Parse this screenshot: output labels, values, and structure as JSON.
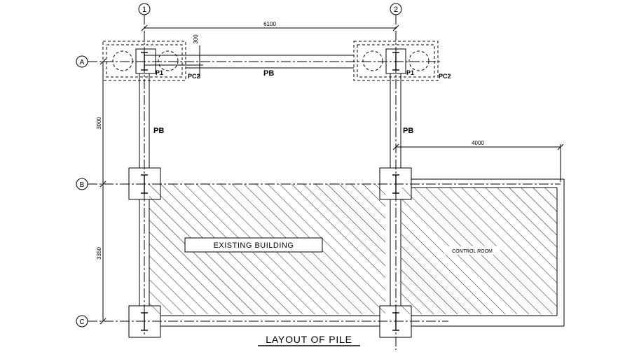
{
  "drawing": {
    "title": "LAYOUT OF PILE",
    "grid_columns": [
      "1",
      "2"
    ],
    "grid_rows": [
      "A",
      "B",
      "C"
    ],
    "dimensions": {
      "span_12": "6100",
      "offset_top": "300",
      "span_AB": "3000",
      "span_BC": "3350",
      "control_room_width": "4000"
    },
    "labels": {
      "pile_cap_1": "P1",
      "pile_cap_2": "P1",
      "pc2_left": "PC2",
      "pc2_right": "PC2",
      "beam_top": "PB",
      "beam_left": "PB",
      "beam_right": "PB",
      "existing_building": "EXISTING BUILDING",
      "control_room": "CONTROL ROOM"
    }
  }
}
